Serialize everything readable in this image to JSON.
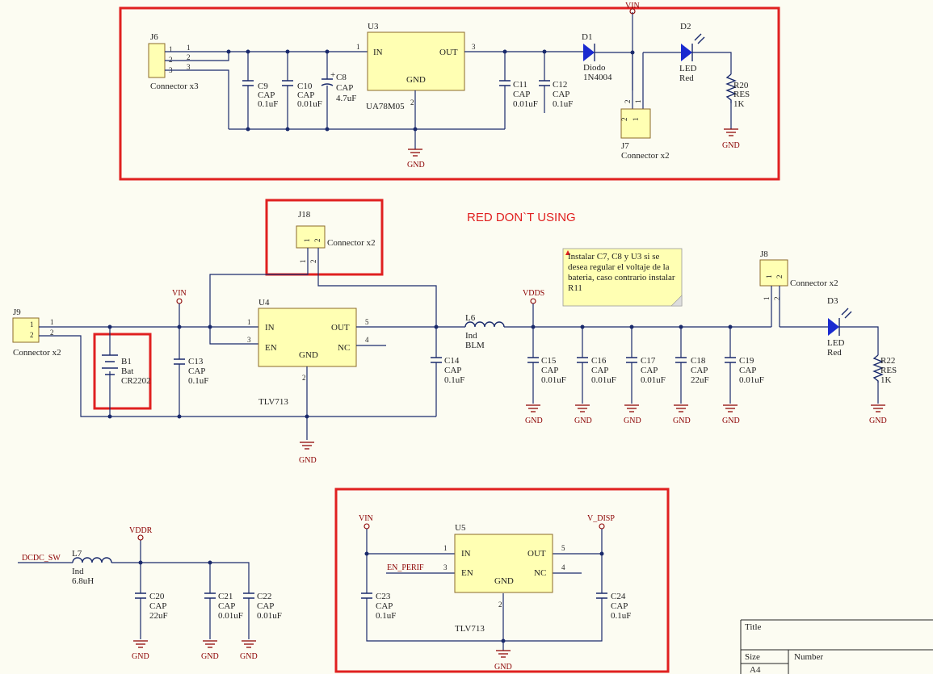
{
  "warning": "RED DON`T USING",
  "note": [
    "Instalar C7, C8 y U3 si se",
    "desea regular el voltaje de la",
    "bateria, caso contrario instalar",
    "R11"
  ],
  "net": {
    "vin": "VIN",
    "vdds": "VDDS",
    "vddr": "VDDR",
    "vdisp": "V_DISP",
    "gnd": "GND",
    "dcdc": "DCDC_SW",
    "en_perif": "EN_PERIF"
  },
  "parts": {
    "j6": {
      "ref": "J6",
      "val": "Connector x3",
      "pins": [
        "1",
        "2",
        "3"
      ]
    },
    "c9": {
      "ref": "C9",
      "type": "CAP",
      "val": "0.1uF"
    },
    "c10": {
      "ref": "C10",
      "type": "CAP",
      "val": "0.01uF"
    },
    "c8": {
      "ref": "C8",
      "type": "CAP",
      "val": "4.7uF"
    },
    "u3": {
      "ref": "U3",
      "val": "UA78M05",
      "in": "IN",
      "out": "OUT",
      "gnd": "GND",
      "p1": "1",
      "p2": "2",
      "p3": "3"
    },
    "c11": {
      "ref": "C11",
      "type": "CAP",
      "val": "0.01uF"
    },
    "c12": {
      "ref": "C12",
      "type": "CAP",
      "val": "0.1uF"
    },
    "d1": {
      "ref": "D1",
      "type": "Diodo",
      "val": "1N4004"
    },
    "d2": {
      "ref": "D2",
      "type": "LED",
      "val": "Red"
    },
    "r20": {
      "ref": "R20",
      "type": "RES",
      "val": "1K"
    },
    "j7": {
      "ref": "J7",
      "val": "Connector x2"
    },
    "j18": {
      "ref": "J18",
      "val": "Connector x2"
    },
    "j9": {
      "ref": "J9",
      "val": "Connector x2"
    },
    "b1": {
      "ref": "B1",
      "type": "Bat",
      "val": "CR2202"
    },
    "c13": {
      "ref": "C13",
      "type": "CAP",
      "val": "0.1uF"
    },
    "u4": {
      "ref": "U4",
      "val": "TLV713",
      "in": "IN",
      "en": "EN",
      "out": "OUT",
      "nc": "NC",
      "gnd": "GND",
      "p1": "1",
      "p2": "2",
      "p3": "3",
      "p4": "4",
      "p5": "5"
    },
    "c14": {
      "ref": "C14",
      "type": "CAP",
      "val": "0.1uF"
    },
    "l6": {
      "ref": "L6",
      "type": "Ind",
      "val": "BLM"
    },
    "c15": {
      "ref": "C15",
      "type": "CAP",
      "val": "0.01uF"
    },
    "c16": {
      "ref": "C16",
      "type": "CAP",
      "val": "0.01uF"
    },
    "c17": {
      "ref": "C17",
      "type": "CAP",
      "val": "0.01uF"
    },
    "c18": {
      "ref": "C18",
      "type": "CAP",
      "val": "22uF"
    },
    "c19": {
      "ref": "C19",
      "type": "CAP",
      "val": "0.01uF"
    },
    "j8": {
      "ref": "J8",
      "val": "Connector x2"
    },
    "d3": {
      "ref": "D3",
      "type": "LED",
      "val": "Red"
    },
    "r22": {
      "ref": "R22",
      "type": "RES",
      "val": "1K"
    },
    "l7": {
      "ref": "L7",
      "type": "Ind",
      "val": "6.8uH"
    },
    "c20": {
      "ref": "C20",
      "type": "CAP",
      "val": "22uF"
    },
    "c21": {
      "ref": "C21",
      "type": "CAP",
      "val": "0.01uF"
    },
    "c22": {
      "ref": "C22",
      "type": "CAP",
      "val": "0.01uF"
    },
    "u5": {
      "ref": "U5",
      "val": "TLV713",
      "in": "IN",
      "en": "EN",
      "out": "OUT",
      "nc": "NC",
      "gnd": "GND",
      "p1": "1",
      "p2": "2",
      "p3": "3",
      "p4": "4",
      "p5": "5"
    },
    "c23": {
      "ref": "C23",
      "type": "CAP",
      "val": "0.1uF"
    },
    "c24": {
      "ref": "C24",
      "type": "CAP",
      "val": "0.1uF"
    }
  },
  "title_block": {
    "title": "Title",
    "size": "Size",
    "number": "Number",
    "size_val": "A4"
  },
  "colors": {
    "wire": "#1a2a6c",
    "net_label": "#8b0000",
    "highlight": "#e02020",
    "component_fill": "#ffffb3",
    "led": "#1a2ad0"
  }
}
